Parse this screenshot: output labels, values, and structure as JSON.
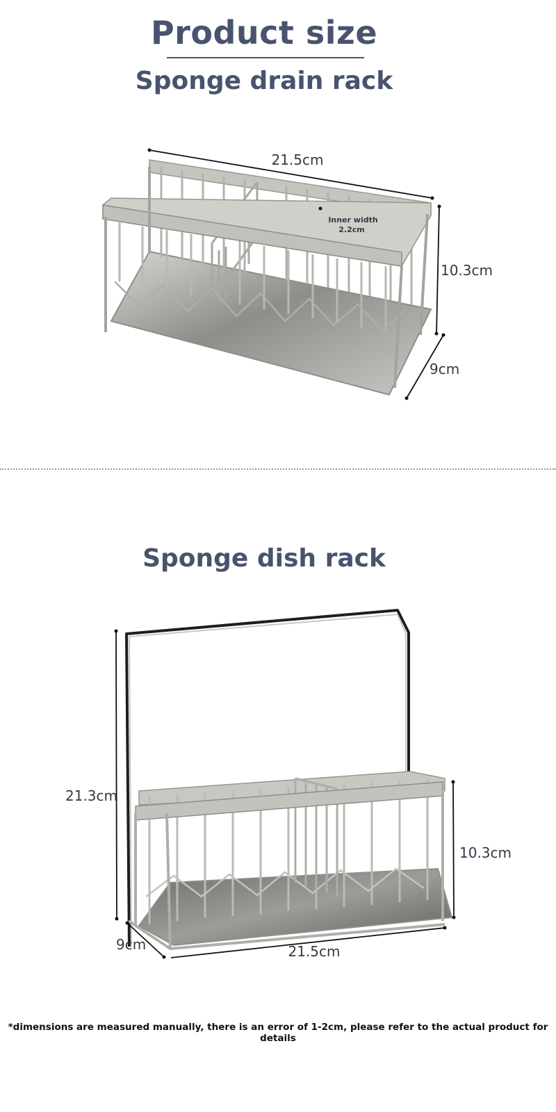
{
  "page": {
    "title": "Product size"
  },
  "drain_rack": {
    "title": "Sponge drain rack",
    "length_label": "21.5cm",
    "height_label": "10.3cm",
    "depth_label": "9cm",
    "inner_width_label": "Inner width",
    "inner_width_value": "2.2cm"
  },
  "dish_rack": {
    "title": "Sponge dish rack",
    "total_height_label": "21.3cm",
    "basket_height_label": "10.3cm",
    "depth_label": "9cm",
    "length_label": "21.5cm"
  },
  "footnote": "*dimensions are measured manually, there is an error of 1-2cm, please refer to the actual product for details",
  "colors": {
    "heading": "#48536d",
    "steel": "#b5b3ad",
    "steel_dark": "#8f8d88",
    "tray": "#9e9d99",
    "dimension_line": "#111111"
  }
}
